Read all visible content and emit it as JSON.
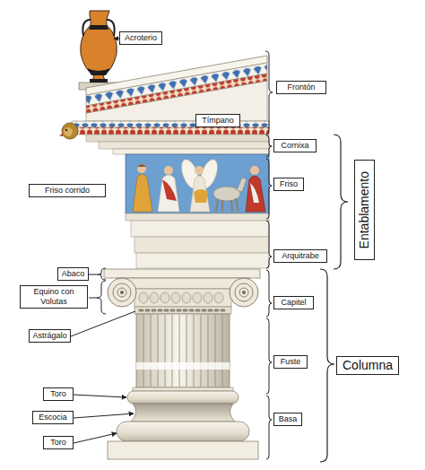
{
  "diagram": {
    "nodes": [
      {
        "text": [
          "Acroterio"
        ]
      },
      {
        "text": [
          "Frontón"
        ]
      },
      {
        "text": [
          "Tímpano"
        ]
      },
      {
        "text": [
          "Cornixa"
        ]
      },
      {
        "text": [
          "Friso corrido"
        ]
      },
      {
        "text": [
          "Friso"
        ]
      },
      {
        "text": [
          "Entablamento"
        ]
      },
      {
        "text": [
          "Arquitrabe"
        ]
      },
      {
        "text": [
          "Abaco"
        ]
      },
      {
        "text": [
          "Equino con Volutas"
        ]
      },
      {
        "text": [
          "Capitel"
        ]
      },
      {
        "text": [
          "Astrágalo"
        ]
      },
      {
        "text": [
          "Fuste"
        ]
      },
      {
        "text": [
          "Columna"
        ]
      },
      {
        "text": [
          "Toro"
        ]
      },
      {
        "text": [
          "Escocia"
        ]
      },
      {
        "text": [
          "Basa"
        ]
      },
      {
        "text": [
          "Toro"
        ]
      }
    ]
  }
}
